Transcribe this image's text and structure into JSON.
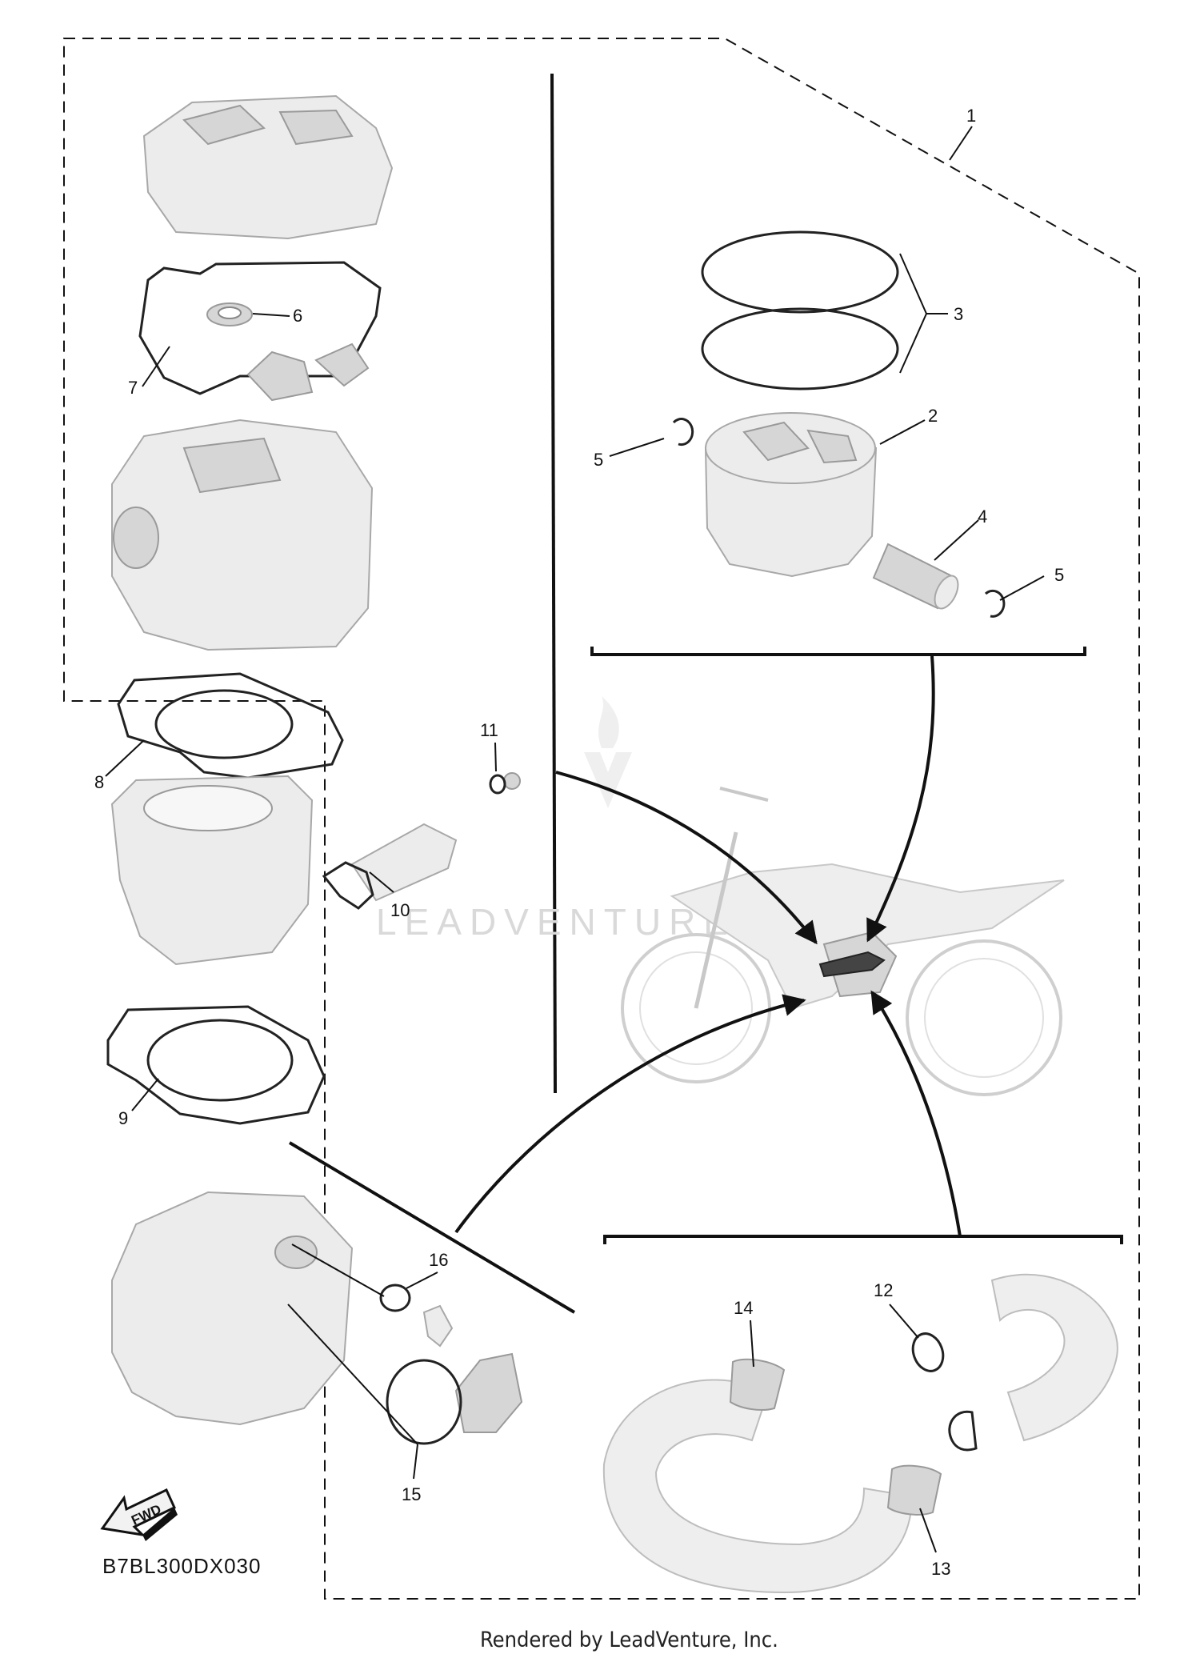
{
  "diagram": {
    "code": "B7BL300DX030",
    "credit": "Rendered by LeadVenture, Inc.",
    "watermark": "LEADVENTURE",
    "fwd_label": "FWD"
  },
  "callouts": [
    {
      "id": "1",
      "label": "1"
    },
    {
      "id": "2",
      "label": "2"
    },
    {
      "id": "3",
      "label": "3"
    },
    {
      "id": "4",
      "label": "4"
    },
    {
      "id": "5a",
      "label": "5"
    },
    {
      "id": "5b",
      "label": "5"
    },
    {
      "id": "6",
      "label": "6"
    },
    {
      "id": "7",
      "label": "7"
    },
    {
      "id": "8",
      "label": "8"
    },
    {
      "id": "9",
      "label": "9"
    },
    {
      "id": "10",
      "label": "10"
    },
    {
      "id": "11",
      "label": "11"
    },
    {
      "id": "12",
      "label": "12"
    },
    {
      "id": "13",
      "label": "13"
    },
    {
      "id": "14",
      "label": "14"
    },
    {
      "id": "15",
      "label": "15"
    },
    {
      "id": "16",
      "label": "16"
    }
  ]
}
